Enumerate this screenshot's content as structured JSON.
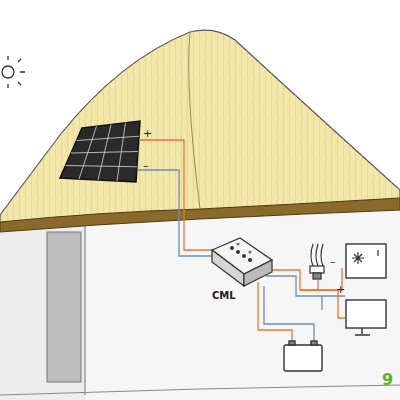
{
  "diagram": {
    "nodes": [
      {
        "text": [
          "CML"
        ]
      }
    ],
    "labels": [
      "+",
      "–",
      "–",
      "+",
      "9"
    ]
  }
}
